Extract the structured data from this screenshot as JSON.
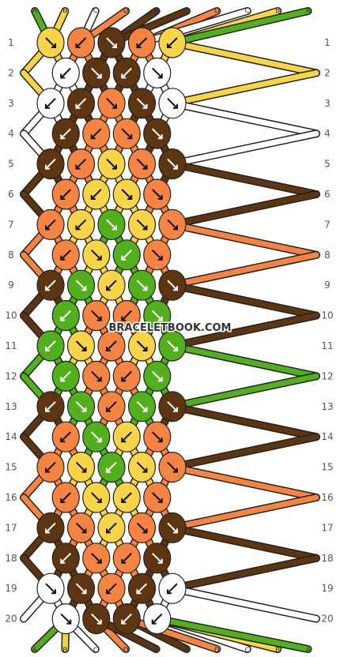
{
  "watermark": "BRACELETBOOK.COM",
  "top_labels": [
    "A",
    "B",
    "C",
    "D",
    "E",
    "E",
    "D",
    "C",
    "B",
    "A"
  ],
  "bottom_labels": [
    "A",
    "B",
    "C",
    "D",
    "E",
    "E",
    "D",
    "C",
    "B",
    "A"
  ],
  "row_numbers": [
    "1",
    "2",
    "3",
    "4",
    "5",
    "6",
    "7",
    "8",
    "9",
    "10",
    "11",
    "12",
    "13",
    "14",
    "15",
    "16",
    "17",
    "18",
    "19",
    "20"
  ],
  "colors": {
    "A": "#52b01d",
    "B": "#f7d448",
    "C": "#ffffff",
    "D": "#f58442",
    "E": "#5d3511"
  },
  "knot_colors": [
    "BDEDB",
    "CEEC",
    "CEDEC",
    "EDDE",
    "EDBDE",
    "DBBD",
    "DBABD",
    "DBAD",
    "EABAE",
    "ADDA",
    "ABDBA",
    "ADDA",
    "EADAE",
    "DABD",
    "DBABD",
    "DBBD",
    "EDBDE",
    "EDDE",
    "CEDEC",
    "CEEC"
  ],
  "knot_arrows": [
    "RLRLL",
    "LRLR",
    "LLRRR",
    "LLRR",
    "LLRRR",
    "LLRR",
    "LLRRR",
    "LRLR",
    "LRLRR",
    "LRLR",
    "LRLRR",
    "LRLR",
    "LRLRR",
    "LRLR",
    "LRLRR",
    "LRLR",
    "LRLRR",
    "LRLR",
    "RRLLL",
    "RRLL"
  ]
}
